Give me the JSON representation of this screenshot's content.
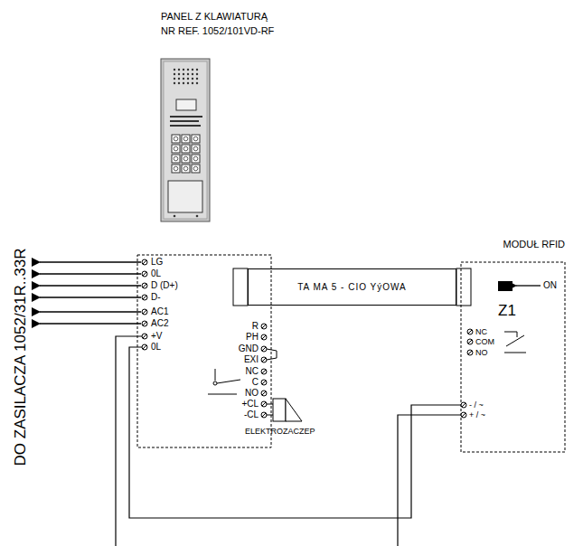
{
  "diagram": {
    "nodes": [
      {
        "text": [
          "TA MA 5 - CIO YýOWA"
        ]
      },
      {
        "text": [
          "MODUŁ RFID"
        ]
      }
    ],
    "labels": [
      "PANEL Z KLAWIATURĄ",
      "NR REF. 1052/101VD-RF",
      "DO ZASILACZA 1052/31R..33R",
      "LG",
      "0L",
      "D (D+)",
      "D-",
      "AC1",
      "AC2",
      "+V",
      "0L",
      "R",
      "PH",
      "GND",
      "EXI",
      "NC",
      "C",
      "NO",
      "+CL",
      "-CL",
      "ELEKTROZACZEP",
      "Z1",
      "ON",
      "NC",
      "COM",
      "NO",
      "- / ~",
      "+ / ~"
    ]
  }
}
